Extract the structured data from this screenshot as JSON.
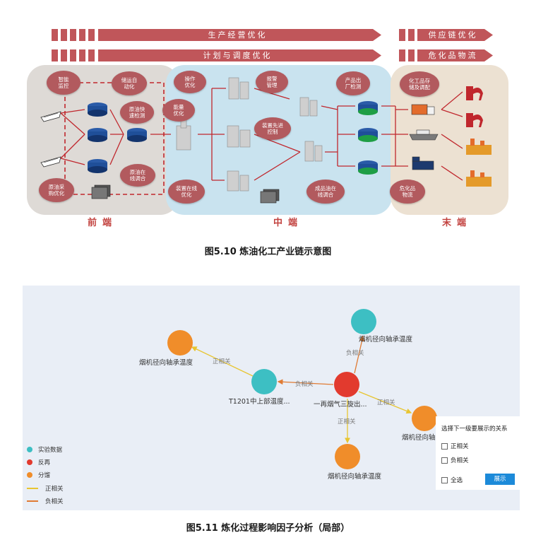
{
  "figure1": {
    "bands": {
      "top_left": "生产经营优化",
      "top_right": "供应链优化",
      "bottom_left": "计划与调度优化",
      "bottom_right": "危化品物流"
    },
    "bubbles": {
      "b1": "智能\n监控",
      "b2": "储运自\n动化",
      "b3": "原油快\n速检测",
      "b4": "原油在\n线调合",
      "b5": "原油采\n购优化",
      "b6": "操作\n优化",
      "b7": "能量\n优化",
      "b8": "报警\n管理",
      "b9": "装置先进\n控制",
      "b10": "装置在线\n优化",
      "b11": "产品出\n厂检测",
      "b12": "成品油在\n线调合",
      "b13": "化工品存\n储及调配",
      "b14": "危化品\n物流"
    },
    "stages": {
      "front": "前端",
      "middle": "中端",
      "end": "末端"
    },
    "colors": {
      "band": "#c0565a",
      "bubble": "#b25a5e",
      "front_bg": "#dedad6",
      "middle_bg": "#c9e3ef",
      "end_bg": "#ece1d2",
      "dash": "#c0272d"
    },
    "caption": "图5.10 炼油化工产业链示意图"
  },
  "figure2": {
    "nodes": {
      "n_top": "烟机径向轴承温度",
      "n_left": "烟机径向轴承温度",
      "n_mid": "T1201中上部温度...",
      "n_center": "一再烟气三旋出...",
      "n_right": "烟机径向轴",
      "n_bottom": "烟机径向轴承温度"
    },
    "edges": {
      "e_left": "正相关",
      "e_mid": "负相关",
      "e_top": "负相关",
      "e_right": "正相关",
      "e_bottom": "正相关"
    },
    "legend": {
      "experimental": "实验数据",
      "regen": "反再",
      "frac": "分馏",
      "pos": "正相关",
      "neg": "负相关"
    },
    "panel": {
      "title": "选择下一级要展示的关系",
      "opt_pos": "正相关",
      "opt_neg": "负相关",
      "opt_all": "全选",
      "button": "展示"
    },
    "colors": {
      "teal": "#3dbfc3",
      "red": "#e23a2e",
      "orange": "#f08d2a",
      "pos_line": "#e8c531",
      "neg_line": "#e07b33",
      "background": "#e9eef6",
      "button": "#1c8ad9"
    },
    "caption": "图5.11 炼化过程影响因子分析（局部）"
  }
}
